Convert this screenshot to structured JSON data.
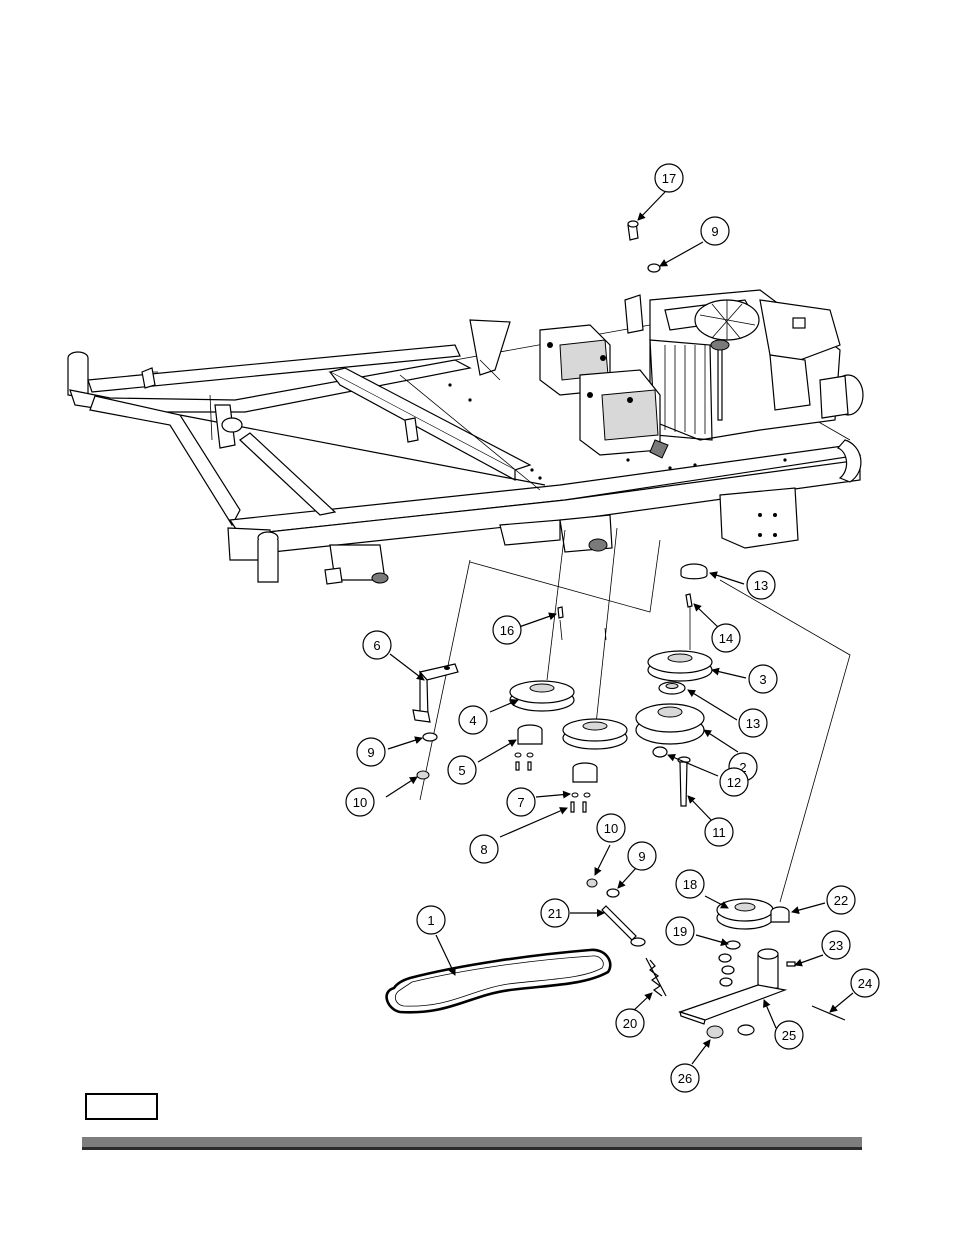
{
  "callouts": [
    "17",
    "9",
    "13",
    "14",
    "16",
    "6",
    "3",
    "4",
    "13",
    "9",
    "5",
    "2",
    "12",
    "10",
    "7",
    "11",
    "8",
    "10",
    "9",
    "18",
    "22",
    "21",
    "1",
    "19",
    "23",
    "24",
    "20",
    "25",
    "26"
  ],
  "page_label": ""
}
